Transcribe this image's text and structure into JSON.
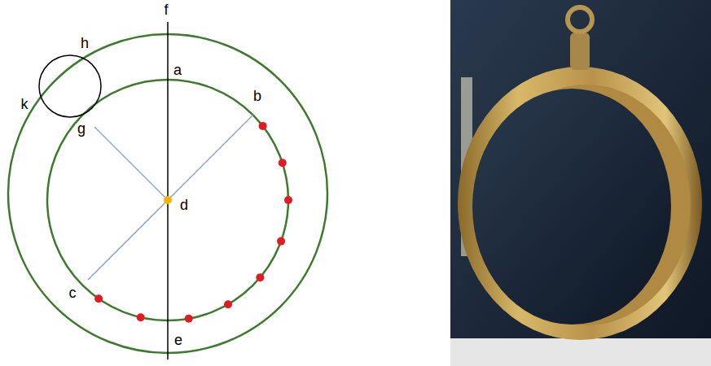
{
  "diagram": {
    "labels": [
      "f",
      "a",
      "b",
      "h",
      "k",
      "g",
      "d",
      "c",
      "e"
    ]
  }
}
